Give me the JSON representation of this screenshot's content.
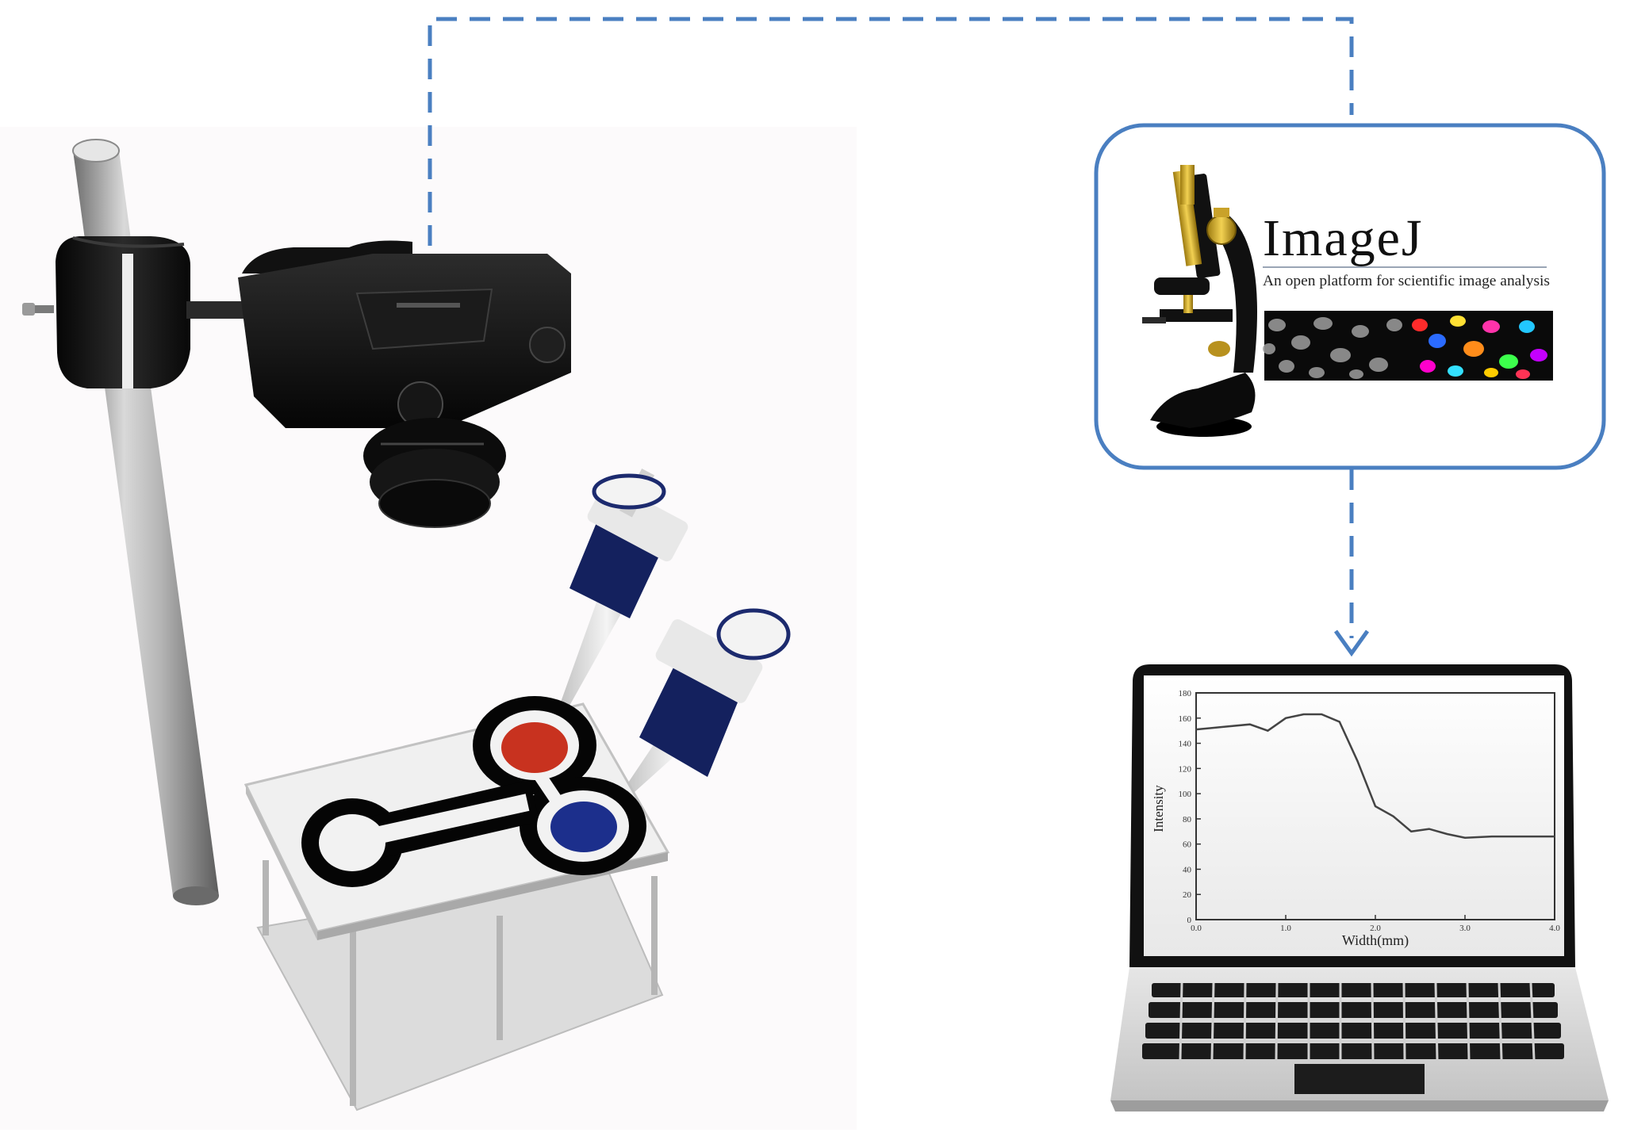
{
  "imagej": {
    "title": "ImageJ",
    "subtitle": "An open platform for scientific image analysis"
  },
  "colors": {
    "connector": "#4a7fc1",
    "box_border": "#4a7fc1",
    "drop_red": "#c8321f",
    "drop_blue": "#1c2f8c",
    "pipette_navy": "#14215e"
  },
  "chart_data": {
    "type": "line",
    "title": "",
    "xlabel": "Width(mm)",
    "ylabel": "Intensity",
    "xlim": [
      0.0,
      4.0
    ],
    "ylim": [
      0,
      180
    ],
    "xticks": [
      "0.0",
      "1.0",
      "2.0",
      "3.0",
      "4.0"
    ],
    "yticks": [
      "0",
      "20",
      "40",
      "60",
      "80",
      "100",
      "120",
      "140",
      "160",
      "180"
    ],
    "x": [
      0.0,
      0.3,
      0.6,
      0.8,
      1.0,
      1.2,
      1.4,
      1.6,
      1.8,
      2.0,
      2.2,
      2.4,
      2.6,
      2.8,
      3.0,
      3.3,
      3.6,
      4.0
    ],
    "y": [
      151,
      153,
      155,
      150,
      160,
      163,
      163,
      157,
      126,
      90,
      82,
      70,
      72,
      68,
      65,
      66,
      66,
      66
    ]
  }
}
